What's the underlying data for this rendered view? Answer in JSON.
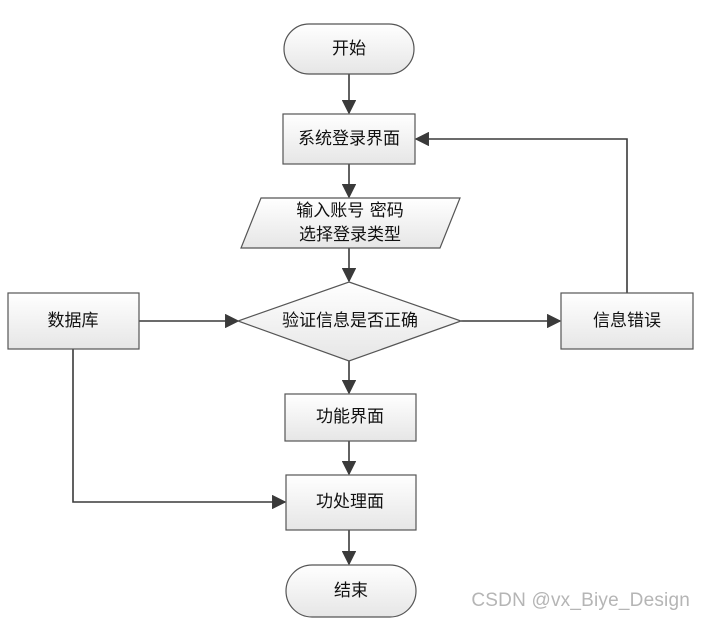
{
  "nodes": {
    "start": "开始",
    "login_page": "系统登录界面",
    "input_line1": "输入账号 密码",
    "input_line2": "选择登录类型",
    "verify": "验证信息是否正确",
    "error": "信息错误",
    "database": "数据库",
    "function_page": "功能界面",
    "process_page": "功处理面",
    "end": "结束"
  },
  "watermark": "CSDN @vx_Biye_Design",
  "colors": {
    "node_fill_top": "#ffffff",
    "node_fill_bottom": "#e6e6e6",
    "stroke": "#555555",
    "connector": "#3a3a3a",
    "text": "#111111",
    "watermark": "#b5b5b5"
  }
}
